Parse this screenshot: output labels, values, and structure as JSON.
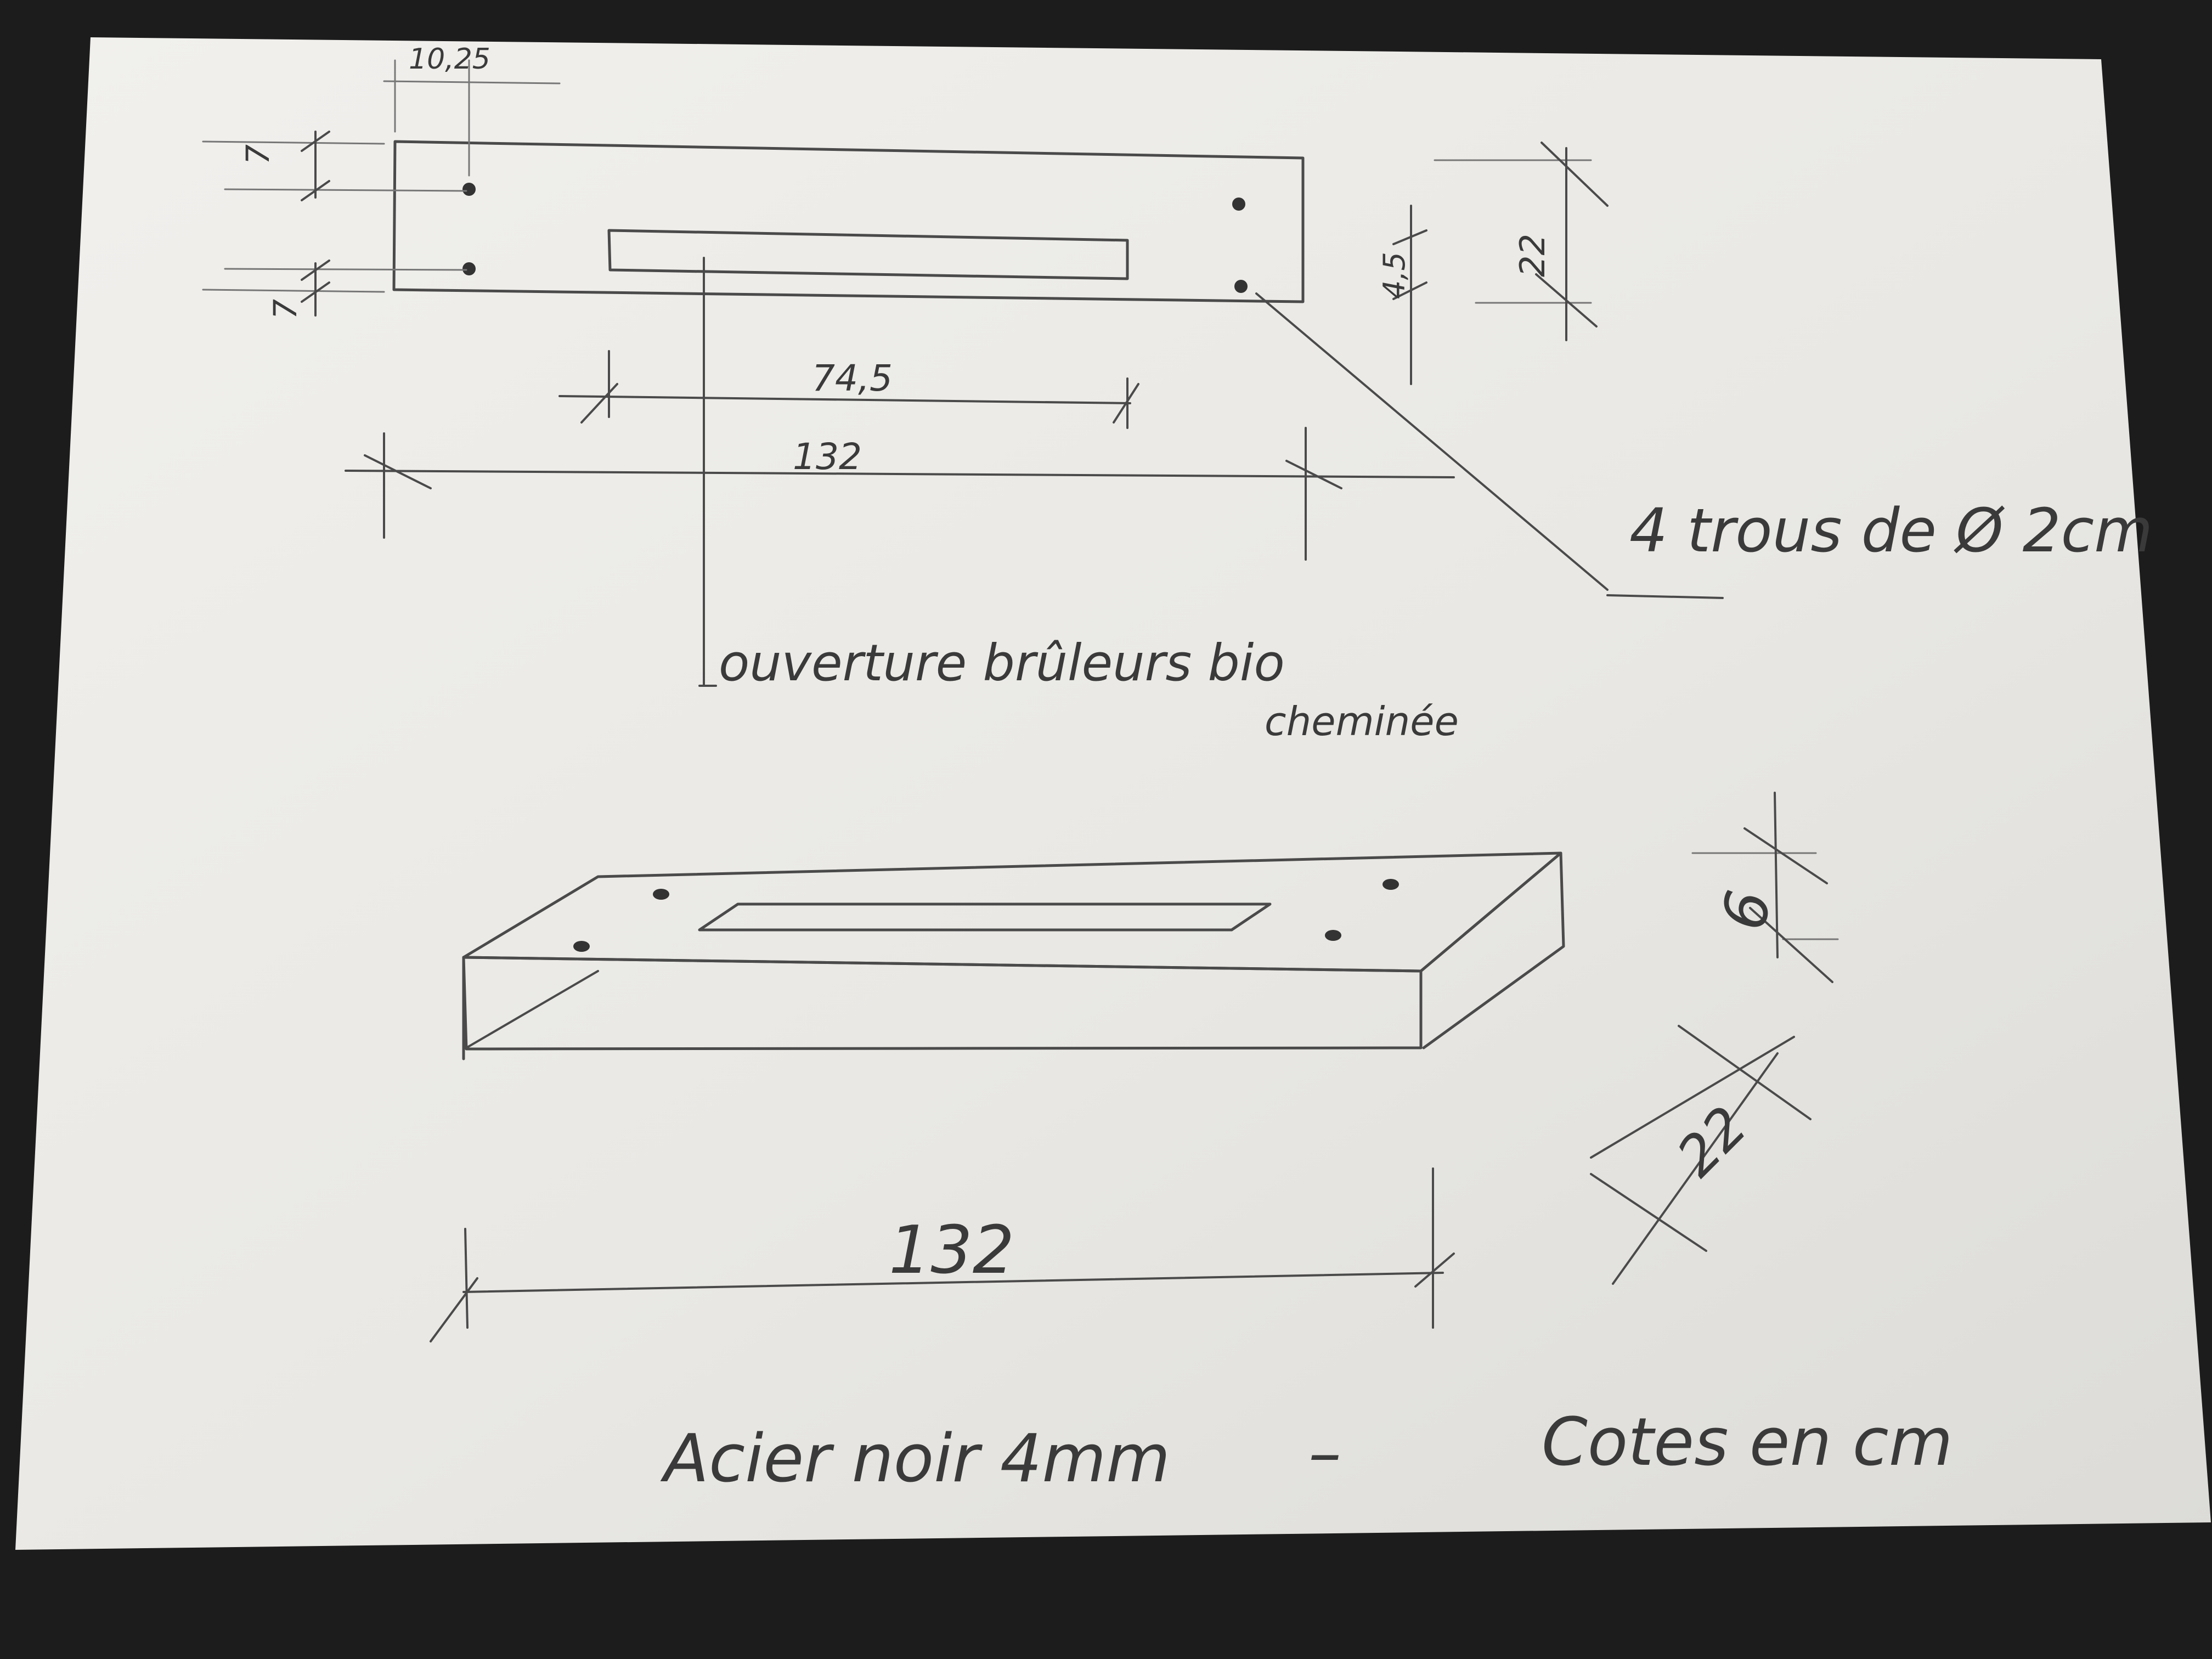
{
  "drawing": {
    "top_view": {
      "dim_edge_offset": "10,25",
      "dim_hole_row_top": "7",
      "dim_hole_row_bottom": "7",
      "dim_slot_length": "74,5",
      "dim_total_length": "132",
      "dim_slot_height": "4,5",
      "dim_width": "22",
      "holes_note": "4 trous de Ø 2cm",
      "opening_label_line1": "ouverture brûleurs bio",
      "opening_label_line2": "cheminée"
    },
    "perspective_view": {
      "dim_height": "6",
      "dim_depth": "22",
      "dim_length": "132"
    },
    "footer": {
      "material": "Acier noir 4mm",
      "dash": "–",
      "units": "Cotes en cm"
    }
  },
  "colors": {
    "background": "#1c1c1c",
    "paper": "#ecebe8",
    "pencil": "#4a4a4a"
  }
}
